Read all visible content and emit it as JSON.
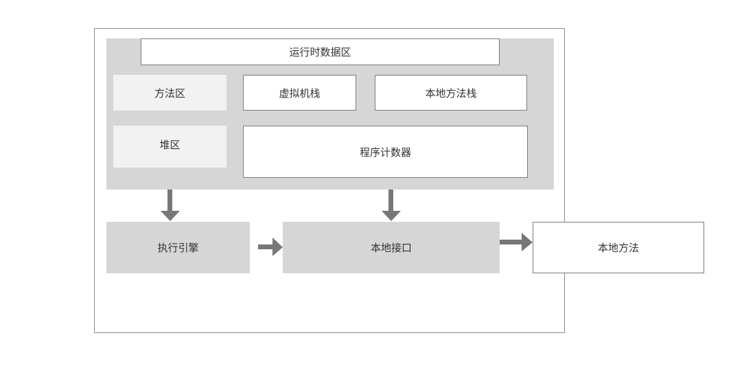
{
  "diagram": {
    "runtime_data_area": {
      "label": "运行时数据区"
    },
    "method_area": {
      "label": "方法区"
    },
    "vm_stack": {
      "label": "虚拟机栈"
    },
    "native_method_stack": {
      "label": "本地方法栈"
    },
    "heap": {
      "label": "堆区"
    },
    "program_counter": {
      "label": "程序计数器"
    },
    "execution_engine": {
      "label": "执行引擎"
    },
    "native_interface": {
      "label": "本地接口"
    },
    "native_methods": {
      "label": "本地方法"
    }
  },
  "colors": {
    "arrow": "#777777",
    "area_fill": "#d6d6d6",
    "light_fill": "#f2f2f2",
    "border": "#7a7a7a"
  }
}
